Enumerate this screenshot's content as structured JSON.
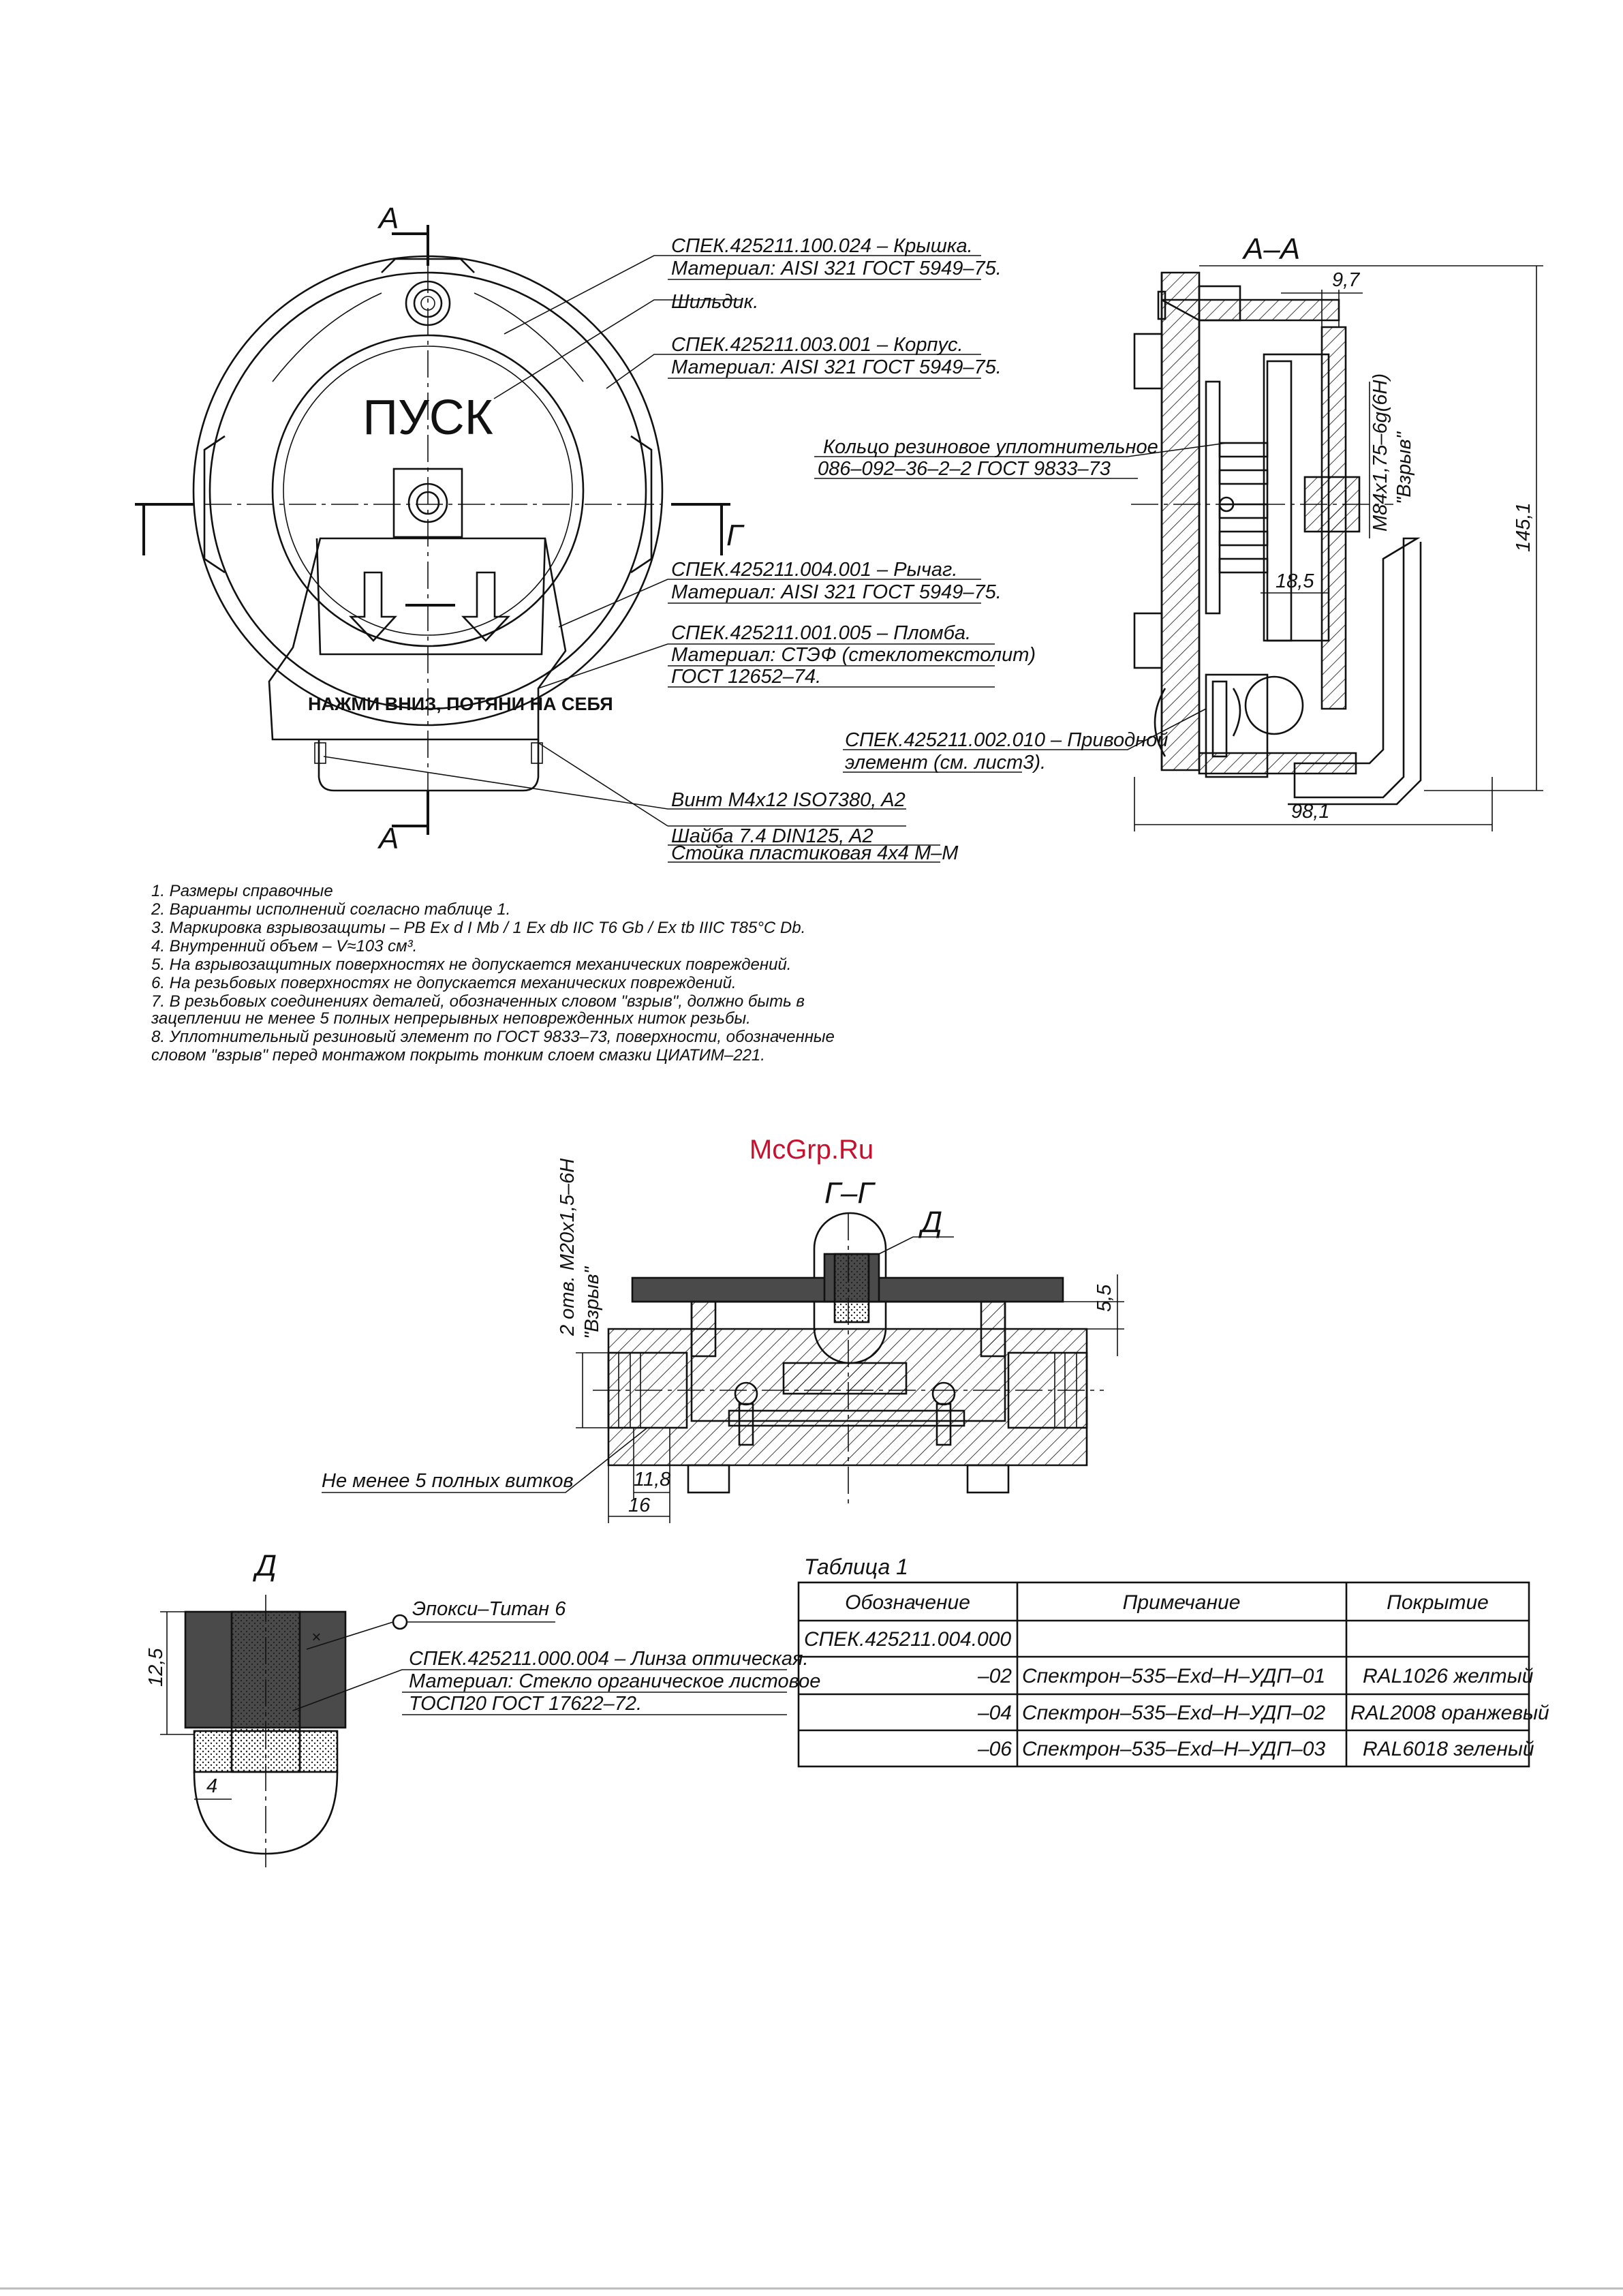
{
  "front_view": {
    "section_mark_top": "А",
    "section_mark_bottom": "А",
    "section_mark_right": "Г",
    "start_label": "ПУСК",
    "lever_text": "НАЖМИ ВНИЗ, ПОТЯНИ НА СЕБЯ",
    "callouts": [
      {
        "line1": "СПЕК.425211.100.024 – Крышка.",
        "line2": "Материал: AISI 321   ГОСТ 5949–75."
      },
      {
        "line1": "Шильдик.",
        "line2": ""
      },
      {
        "line1": "СПЕК.425211.003.001 – Корпус.",
        "line2": "Материал: AISI 321   ГОСТ 5949–75."
      },
      {
        "line1": "СПЕК.425211.004.001 – Рычаг.",
        "line2": "Материал: AISI 321   ГОСТ 5949–75."
      },
      {
        "line1": "СПЕК.425211.001.005 – Пломба.",
        "line2": "Материал: СТЭФ (стеклотекстолит)",
        "line3": "ГОСТ 12652–74."
      }
    ],
    "fasteners": [
      "Винт M4x12 ISO7380, A2",
      "Шайба 7.4 DIN125, A2",
      "Стойка пластиковая 4x4 M–M"
    ]
  },
  "section_aa": {
    "title": "А–А",
    "dim_top": "9,7",
    "dim_height": "145,1",
    "dim_width": "98,1",
    "dim_inner": "18,5",
    "thread_label": "M84x1,75–6g(6H)",
    "thread_note": "\"Взрыв\"",
    "o_ring_line1": "Кольцо резиновое уплотнительное",
    "o_ring_line2": "086–092–36–2–2 ГОСТ 9833–73",
    "drive_line1": "СПЕК.425211.002.010 – Приводной",
    "drive_line2": "элемент (см. лист3)."
  },
  "notes": [
    "1. Размеры справочные",
    "2. Варианты исполнений согласно таблице 1.",
    "3. Маркировка взрывозащиты – PB Ex d I Mb / 1 Ex db IIC T6 Gb / Ex tb IIIC T85°C Db.",
    "4. Внутренний объем – V≈103 см³.",
    "5. На взрывозащитных поверхностях не допускается механических повреждений.",
    "6. На резьбовых поверхностях не допускается механических повреждений.",
    "7. В резьбовых соединениях деталей, обозначенных словом \"взрыв\", должно быть в",
    "зацеплении не менее 5 полных непрерывных неповрежденных ниток резьбы.",
    "8. Уплотнительный резиновый элемент по ГОСТ 9833–73, поверхности, обозначенные",
    "словом \"взрыв\" перед монтажом покрыть тонким слоем смазки ЦИАТИМ–221."
  ],
  "watermark": "McGrp.Ru",
  "section_gg": {
    "title": "Г–Г",
    "detail_ref": "Д",
    "thread_label": "2 отв. M20x1,5–6H",
    "thread_note": "\"Взрыв\"",
    "dim_right": "5,5",
    "dim_a": "11,8",
    "dim_b": "16",
    "turns_note": "Не менее 5 полных витков"
  },
  "detail_d": {
    "title": "Д",
    "epoxy": "Эпокси–Титан 6",
    "dim_height": "12,5",
    "dim_width": "4",
    "lens_line1": "СПЕК.425211.000.004 – Линза оптическая.",
    "lens_line2": "Материал: Стекло органическое листовое",
    "lens_line3": "ТОСП20 ГОСТ 17622–72."
  },
  "table": {
    "caption": "Таблица 1",
    "headers": [
      "Обозначение",
      "Примечание",
      "Покрытие"
    ],
    "rows": [
      [
        "СПЕК.425211.004.000",
        "",
        ""
      ],
      [
        "–02",
        "Спектрон–535–Exd–Н–УДП–01",
        "RAL1026 желтый"
      ],
      [
        "–04",
        "Спектрон–535–Exd–Н–УДП–02",
        "RAL2008 оранжевый"
      ],
      [
        "–06",
        "Спектрон–535–Exd–Н–УДП–03",
        "RAL6018 зеленый"
      ]
    ]
  }
}
